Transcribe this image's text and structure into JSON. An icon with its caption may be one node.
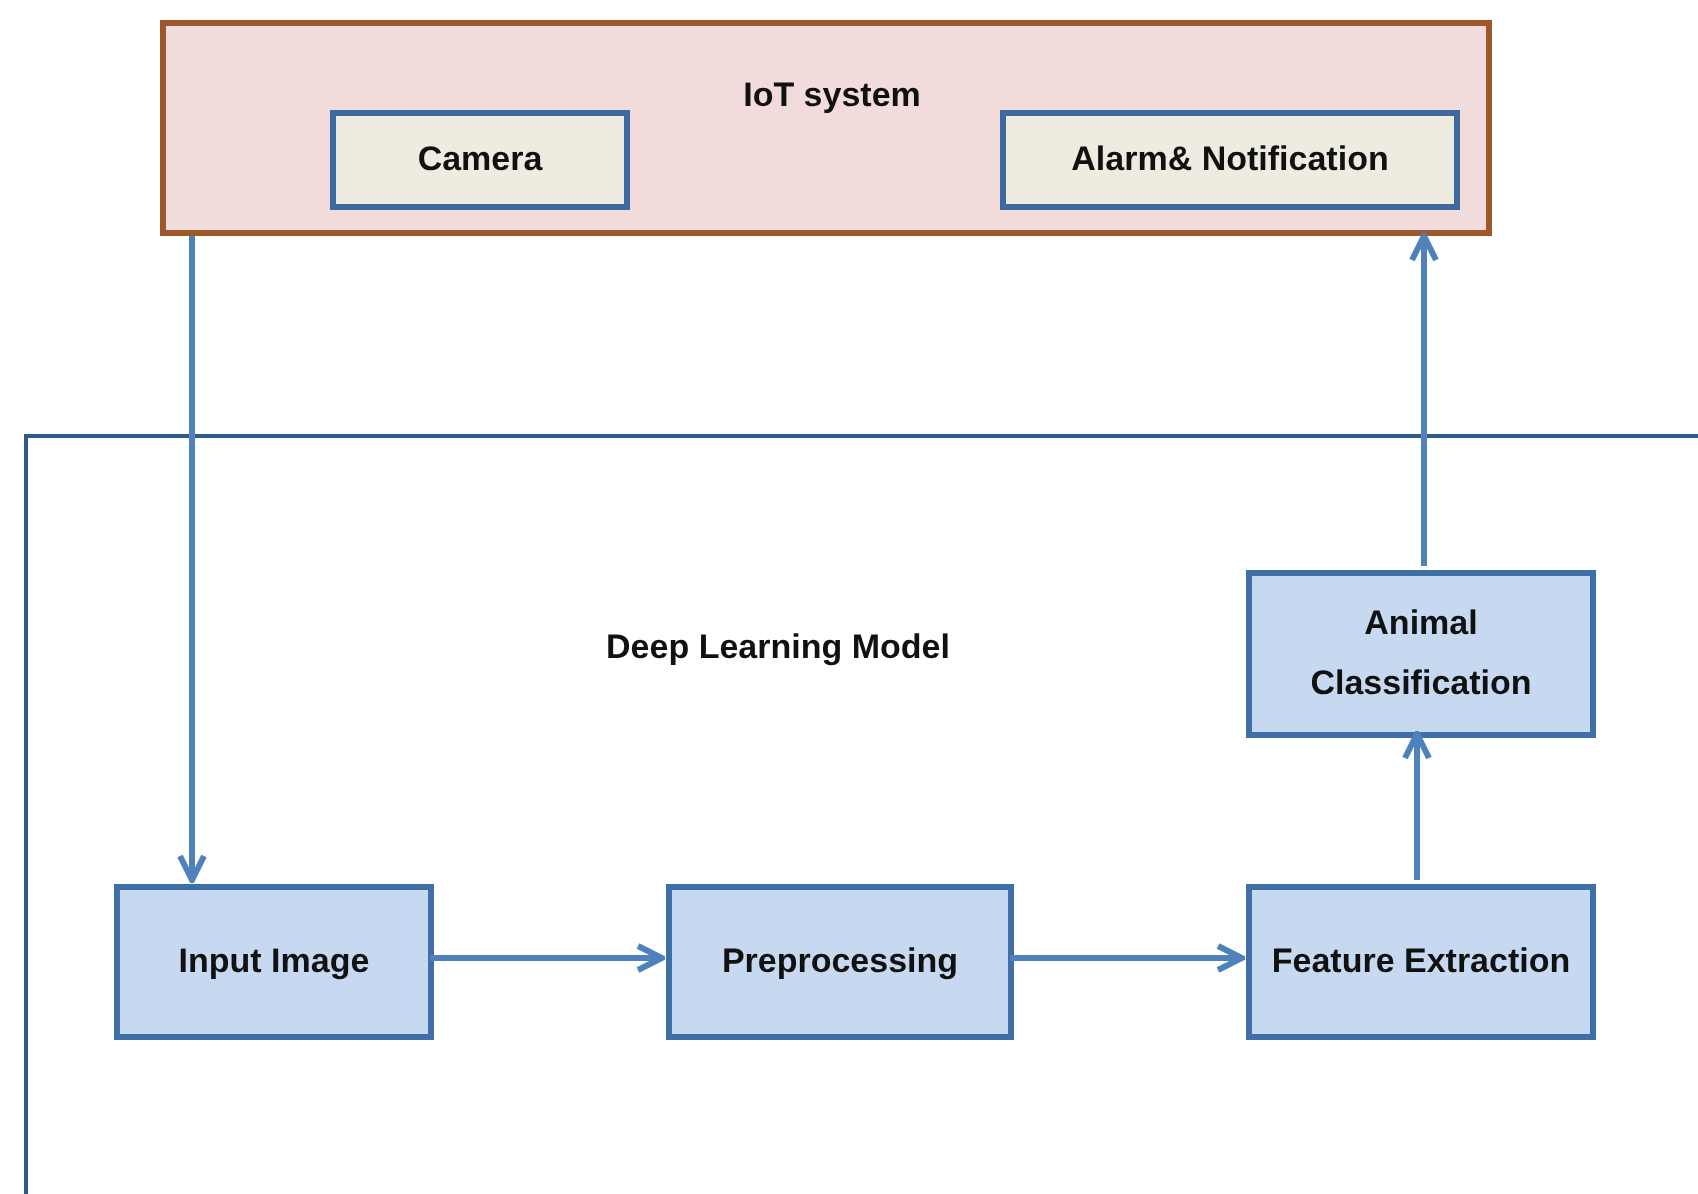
{
  "diagram": {
    "nodes": [
      {
        "text": [
          "IoT system"
        ]
      },
      {
        "text": [
          "Camera"
        ],
        "in": 0
      },
      {
        "text": [
          "Alarm& Notification"
        ],
        "in": 0
      },
      {
        "text": [
          "Deep Learning Model"
        ]
      },
      {
        "text": [
          "Input Image"
        ],
        "in": 3
      },
      {
        "text": [
          "Preprocessing"
        ],
        "in": 3
      },
      {
        "text": [
          "Feature Extraction"
        ],
        "in": 3
      },
      {
        "text": [
          "Animal Classification"
        ],
        "in": 3
      }
    ],
    "edges": [
      {
        "from": 0,
        "to": 4,
        "arrow": "to"
      },
      {
        "from": 4,
        "to": 5,
        "arrow": "to"
      },
      {
        "from": 5,
        "to": 6,
        "arrow": "to"
      },
      {
        "from": 6,
        "to": 7,
        "arrow": "to"
      },
      {
        "from": 7,
        "to": 0,
        "arrow": "to"
      }
    ]
  }
}
